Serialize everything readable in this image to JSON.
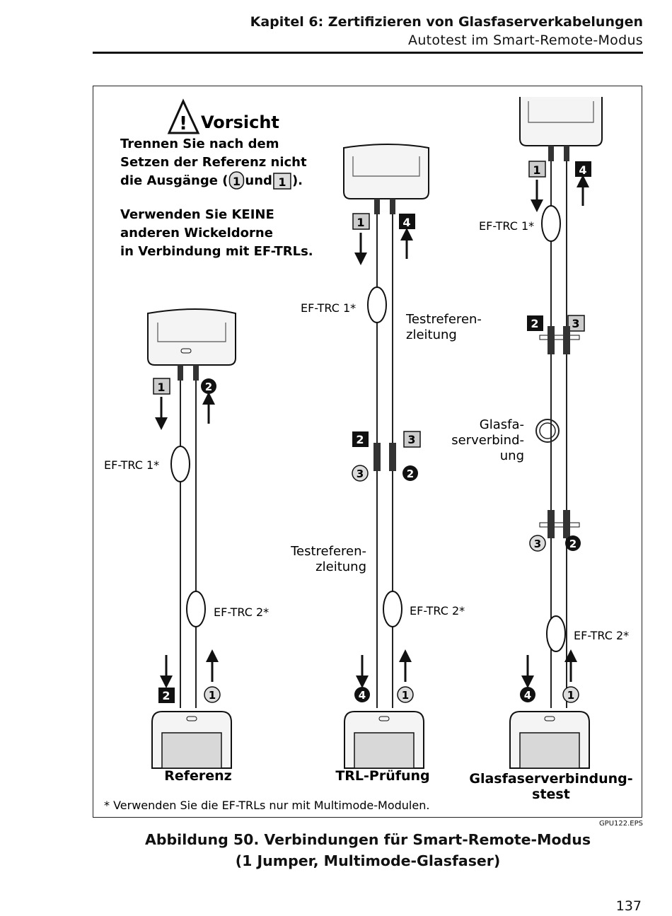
{
  "header": {
    "chapter": "Kapitel 6: Zertifizieren von Glasfaserverkabelungen",
    "section": "Autotest im Smart-Remote-Modus"
  },
  "caution": {
    "title": "Vorsicht",
    "line1": "Trennen Sie nach dem",
    "line2": "Setzen der Referenz nicht",
    "line3_prefix": "die Ausgänge (",
    "line3_port_a": "1",
    "line3_middle": " und ",
    "line3_port_b": "1",
    "line3_suffix": ").",
    "line4": "Verwenden Sie KEINE",
    "line5": "anderen Wickeldorne",
    "line6": "in Verbindung mit EF-TRLs."
  },
  "labels": {
    "ef_trc_1": "EF-TRC 1*",
    "ef_trc_2": "EF-TRC 2*",
    "test_ref_line1": "Testreferen-",
    "test_ref_line2": "zleitung",
    "link_line1": "Glasfa-",
    "link_line2": "serverbind-",
    "link_line3": "ung"
  },
  "ports": {
    "n1": "1",
    "n2": "2",
    "n3": "3",
    "n4": "4"
  },
  "panels": {
    "reference": "Referenz",
    "trl": "TRL-Prüfung",
    "link_line1": "Glasfaserverbindung-",
    "link_line2": "stest"
  },
  "footnote": "* Verwenden Sie die EF-TRLs nur mit Multimode-Modulen.",
  "figure_code": "GPU122.EPS",
  "caption": {
    "line1": "Abbildung 50. Verbindungen für Smart-Remote-Modus",
    "line2": "(1 Jumper, Multimode-Glasfaser)"
  },
  "page_number": "137"
}
